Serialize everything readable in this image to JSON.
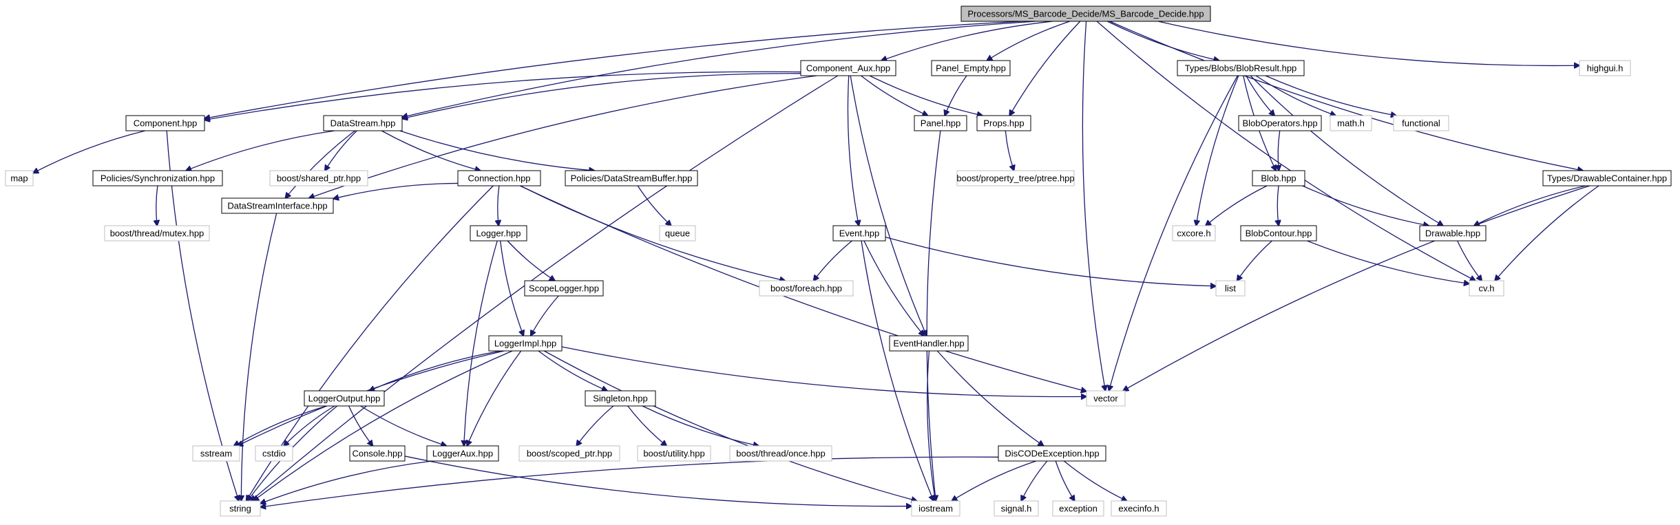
{
  "colors": {
    "background": "#ffffff",
    "edge": "#191970",
    "root_fill": "#bfbfbf",
    "project_border": "#000000",
    "system_border": "#bfbfbf",
    "text": "#000000"
  },
  "nodes": [
    {
      "id": "root",
      "label": "Processors/MS_Barcode_Decide/MS_Barcode_Decide.hpp",
      "kind": "root"
    },
    {
      "id": "component",
      "label": "Component.hpp",
      "kind": "project"
    },
    {
      "id": "datastream",
      "label": "DataStream.hpp",
      "kind": "project"
    },
    {
      "id": "component_aux",
      "label": "Component_Aux.hpp",
      "kind": "project"
    },
    {
      "id": "panel_empty",
      "label": "Panel_Empty.hpp",
      "kind": "project"
    },
    {
      "id": "props",
      "label": "Props.hpp",
      "kind": "project"
    },
    {
      "id": "vector",
      "label": "vector",
      "kind": "system"
    },
    {
      "id": "blobresult",
      "label": "Types/Blobs/BlobResult.hpp",
      "kind": "project"
    },
    {
      "id": "drawablecontainer",
      "label": "Types/DrawableContainer.hpp",
      "kind": "project"
    },
    {
      "id": "highgui",
      "label": "highgui.h",
      "kind": "system"
    },
    {
      "id": "cvh",
      "label": "cv.h",
      "kind": "system"
    },
    {
      "id": "map",
      "label": "map",
      "kind": "system"
    },
    {
      "id": "string",
      "label": "string",
      "kind": "system"
    },
    {
      "id": "synchronization",
      "label": "Policies/Synchronization.hpp",
      "kind": "project"
    },
    {
      "id": "shared_ptr",
      "label": "boost/shared_ptr.hpp",
      "kind": "system"
    },
    {
      "id": "connection",
      "label": "Connection.hpp",
      "kind": "project"
    },
    {
      "id": "dsbuffer",
      "label": "Policies/DataStreamBuffer.hpp",
      "kind": "project"
    },
    {
      "id": "dsinterface",
      "label": "DataStreamInterface.hpp",
      "kind": "project"
    },
    {
      "id": "mutex",
      "label": "boost/thread/mutex.hpp",
      "kind": "system"
    },
    {
      "id": "queue",
      "label": "queue",
      "kind": "system"
    },
    {
      "id": "logger",
      "label": "Logger.hpp",
      "kind": "project"
    },
    {
      "id": "foreach",
      "label": "boost/foreach.hpp",
      "kind": "system"
    },
    {
      "id": "scopelogger",
      "label": "ScopeLogger.hpp",
      "kind": "project"
    },
    {
      "id": "loggerimpl",
      "label": "LoggerImpl.hpp",
      "kind": "project"
    },
    {
      "id": "loggeroutput",
      "label": "LoggerOutput.hpp",
      "kind": "project"
    },
    {
      "id": "singleton",
      "label": "Singleton.hpp",
      "kind": "project"
    },
    {
      "id": "sstream",
      "label": "sstream",
      "kind": "system"
    },
    {
      "id": "cstdio",
      "label": "cstdio",
      "kind": "system"
    },
    {
      "id": "console",
      "label": "Console.hpp",
      "kind": "project"
    },
    {
      "id": "loggeraux",
      "label": "LoggerAux.hpp",
      "kind": "project"
    },
    {
      "id": "scoped_ptr",
      "label": "boost/scoped_ptr.hpp",
      "kind": "system"
    },
    {
      "id": "utility",
      "label": "boost/utility.hpp",
      "kind": "system"
    },
    {
      "id": "once",
      "label": "boost/thread/once.hpp",
      "kind": "system"
    },
    {
      "id": "iostream",
      "label": "iostream",
      "kind": "system"
    },
    {
      "id": "panel",
      "label": "Panel.hpp",
      "kind": "project"
    },
    {
      "id": "ptree",
      "label": "boost/property_tree/ptree.hpp",
      "kind": "system"
    },
    {
      "id": "event",
      "label": "Event.hpp",
      "kind": "project"
    },
    {
      "id": "eventhandler",
      "label": "EventHandler.hpp",
      "kind": "project"
    },
    {
      "id": "list",
      "label": "list",
      "kind": "system"
    },
    {
      "id": "discode",
      "label": "DisCODeException.hpp",
      "kind": "project"
    },
    {
      "id": "signal",
      "label": "signal.h",
      "kind": "system"
    },
    {
      "id": "exception",
      "label": "exception",
      "kind": "system"
    },
    {
      "id": "execinfo",
      "label": "execinfo.h",
      "kind": "system"
    },
    {
      "id": "bloboperators",
      "label": "BlobOperators.hpp",
      "kind": "project"
    },
    {
      "id": "mathh",
      "label": "math.h",
      "kind": "system"
    },
    {
      "id": "functional",
      "label": "functional",
      "kind": "system"
    },
    {
      "id": "blob",
      "label": "Blob.hpp",
      "kind": "project"
    },
    {
      "id": "cxcore",
      "label": "cxcore.h",
      "kind": "system"
    },
    {
      "id": "blobcontour",
      "label": "BlobContour.hpp",
      "kind": "project"
    },
    {
      "id": "drawable",
      "label": "Drawable.hpp",
      "kind": "project"
    }
  ],
  "edges": [
    [
      "root",
      "component"
    ],
    [
      "root",
      "datastream"
    ],
    [
      "root",
      "component_aux"
    ],
    [
      "root",
      "panel_empty"
    ],
    [
      "root",
      "props"
    ],
    [
      "root",
      "vector"
    ],
    [
      "root",
      "blobresult"
    ],
    [
      "root",
      "drawablecontainer"
    ],
    [
      "root",
      "highgui"
    ],
    [
      "root",
      "cvh"
    ],
    [
      "component",
      "map"
    ],
    [
      "component",
      "string"
    ],
    [
      "datastream",
      "synchronization"
    ],
    [
      "datastream",
      "shared_ptr"
    ],
    [
      "datastream",
      "connection"
    ],
    [
      "datastream",
      "dsbuffer"
    ],
    [
      "datastream",
      "dsinterface"
    ],
    [
      "synchronization",
      "mutex"
    ],
    [
      "dsbuffer",
      "queue"
    ],
    [
      "dsinterface",
      "string"
    ],
    [
      "connection",
      "dsinterface"
    ],
    [
      "connection",
      "logger"
    ],
    [
      "connection",
      "foreach"
    ],
    [
      "connection",
      "string"
    ],
    [
      "connection",
      "vector"
    ],
    [
      "logger",
      "scopelogger"
    ],
    [
      "logger",
      "loggerimpl"
    ],
    [
      "logger",
      "loggeraux"
    ],
    [
      "scopelogger",
      "loggerimpl"
    ],
    [
      "loggerimpl",
      "loggeroutput"
    ],
    [
      "loggerimpl",
      "singleton"
    ],
    [
      "loggerimpl",
      "loggeraux"
    ],
    [
      "loggerimpl",
      "sstream"
    ],
    [
      "loggerimpl",
      "string"
    ],
    [
      "loggerimpl",
      "iostream"
    ],
    [
      "loggerimpl",
      "vector"
    ],
    [
      "loggeroutput",
      "sstream"
    ],
    [
      "loggeroutput",
      "cstdio"
    ],
    [
      "loggeroutput",
      "console"
    ],
    [
      "loggeroutput",
      "loggeraux"
    ],
    [
      "loggeroutput",
      "string"
    ],
    [
      "console",
      "iostream"
    ],
    [
      "loggeraux",
      "string"
    ],
    [
      "singleton",
      "scoped_ptr"
    ],
    [
      "singleton",
      "utility"
    ],
    [
      "singleton",
      "once"
    ],
    [
      "component_aux",
      "component"
    ],
    [
      "component_aux",
      "datastream"
    ],
    [
      "component_aux",
      "dsinterface"
    ],
    [
      "component_aux",
      "panel"
    ],
    [
      "component_aux",
      "props"
    ],
    [
      "component_aux",
      "event"
    ],
    [
      "component_aux",
      "eventhandler"
    ],
    [
      "component_aux",
      "string"
    ],
    [
      "panel_empty",
      "panel"
    ],
    [
      "panel",
      "iostream"
    ],
    [
      "props",
      "ptree"
    ],
    [
      "event",
      "foreach"
    ],
    [
      "event",
      "list"
    ],
    [
      "event",
      "eventhandler"
    ],
    [
      "event",
      "iostream"
    ],
    [
      "eventhandler",
      "iostream"
    ],
    [
      "eventhandler",
      "discode"
    ],
    [
      "discode",
      "string"
    ],
    [
      "discode",
      "iostream"
    ],
    [
      "discode",
      "signal"
    ],
    [
      "discode",
      "exception"
    ],
    [
      "discode",
      "execinfo"
    ],
    [
      "blobresult",
      "bloboperators"
    ],
    [
      "blobresult",
      "mathh"
    ],
    [
      "blobresult",
      "functional"
    ],
    [
      "blobresult",
      "blob"
    ],
    [
      "blobresult",
      "cxcore"
    ],
    [
      "blobresult",
      "drawable"
    ],
    [
      "blobresult",
      "vector"
    ],
    [
      "bloboperators",
      "blob"
    ],
    [
      "blob",
      "cxcore"
    ],
    [
      "blob",
      "blobcontour"
    ],
    [
      "blob",
      "drawable"
    ],
    [
      "blobcontour",
      "list"
    ],
    [
      "blobcontour",
      "cvh"
    ],
    [
      "drawable",
      "cvh"
    ],
    [
      "drawablecontainer",
      "drawable"
    ],
    [
      "drawablecontainer",
      "cvh"
    ],
    [
      "drawablecontainer",
      "vector"
    ]
  ]
}
